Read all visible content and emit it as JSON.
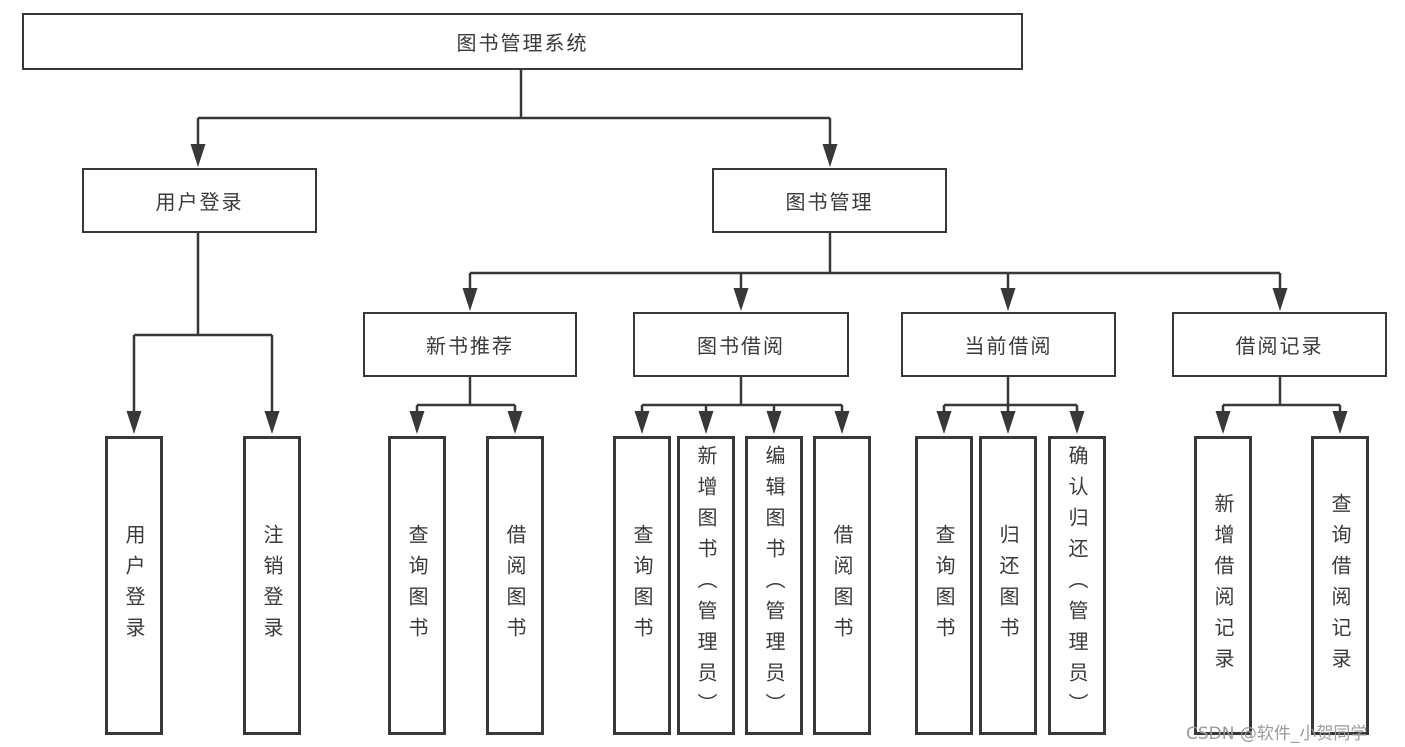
{
  "diagram": {
    "title": "图书管理系统",
    "watermark": "CSDN @软件_小贺同学",
    "colors": {
      "line": "#383838",
      "box_border": "#383838",
      "text": "#3a3a3a",
      "box_background": "#ffffff",
      "page_background": "#ffffff",
      "watermark": "#9b9b9b"
    },
    "nodes": {
      "root": {
        "label": "图书管理系统"
      },
      "user_login": {
        "label": "用户登录"
      },
      "book_mgmt": {
        "label": "图书管理"
      },
      "new_book": {
        "label": "新书推荐"
      },
      "book_borrow": {
        "label": "图书借阅"
      },
      "current_borrow": {
        "label": "当前借阅"
      },
      "borrow_record": {
        "label": "借阅记录"
      },
      "leaf_user_login": {
        "label": "用户登录"
      },
      "leaf_logout": {
        "label": "注销登录"
      },
      "leaf_nb_query": {
        "label": "查询图书"
      },
      "leaf_nb_borrow": {
        "label": "借阅图书"
      },
      "leaf_bb_query": {
        "label": "查询图书"
      },
      "leaf_bb_add": {
        "label": "新增图书（管理员）"
      },
      "leaf_bb_edit": {
        "label": "编辑图书（管理员）"
      },
      "leaf_bb_borrow": {
        "label": "借阅图书"
      },
      "leaf_cb_query": {
        "label": "查询图书"
      },
      "leaf_cb_return": {
        "label": "归还图书"
      },
      "leaf_cb_confirm": {
        "label": "确认归还（管理员）"
      },
      "leaf_br_add": {
        "label": "新增借阅记录"
      },
      "leaf_br_query": {
        "label": "查询借阅记录"
      }
    },
    "structure": [
      {
        "parent": "图书管理系统",
        "children": [
          "用户登录",
          "图书管理"
        ]
      },
      {
        "parent": "用户登录",
        "children": [
          "用户登录",
          "注销登录"
        ]
      },
      {
        "parent": "图书管理",
        "children": [
          "新书推荐",
          "图书借阅",
          "当前借阅",
          "借阅记录"
        ]
      },
      {
        "parent": "新书推荐",
        "children": [
          "查询图书",
          "借阅图书"
        ]
      },
      {
        "parent": "图书借阅",
        "children": [
          "查询图书",
          "新增图书（管理员）",
          "编辑图书（管理员）",
          "借阅图书"
        ]
      },
      {
        "parent": "当前借阅",
        "children": [
          "查询图书",
          "归还图书",
          "确认归还（管理员）"
        ]
      },
      {
        "parent": "借阅记录",
        "children": [
          "新增借阅记录",
          "查询借阅记录"
        ]
      }
    ]
  }
}
